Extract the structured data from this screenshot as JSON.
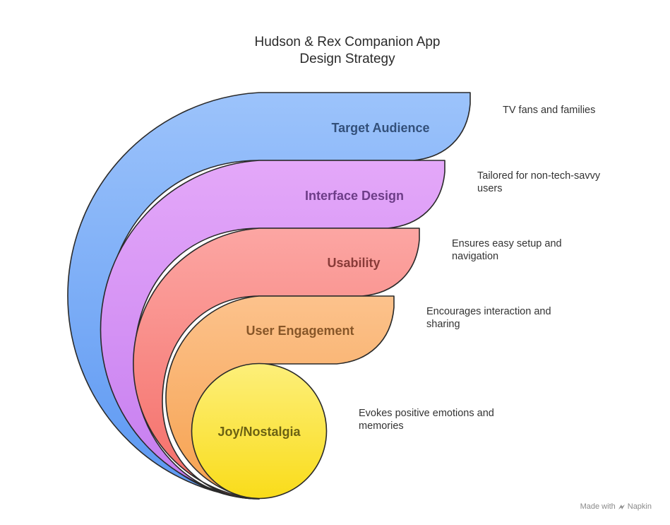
{
  "title": {
    "line1": "Hudson & Rex Companion App",
    "line2": "Design Strategy"
  },
  "layers": [
    {
      "label": "Target Audience",
      "description": "TV fans and families",
      "fill_top": "#9cc3fb",
      "fill_bottom": "#5b97f2",
      "text_color": "#33507a"
    },
    {
      "label": "Interface Design",
      "description": "Tailored for non-tech-savvy users",
      "fill_top": "#e4a8f9",
      "fill_bottom": "#c47bef",
      "text_color": "#6d3d88"
    },
    {
      "label": "Usability",
      "description": "Ensures easy setup and navigation",
      "fill_top": "#fca6a3",
      "fill_bottom": "#f46c66",
      "text_color": "#883b38"
    },
    {
      "label": "User Engagement",
      "description": "Encourages interaction and sharing",
      "fill_top": "#fcc28c",
      "fill_bottom": "#f6a14e",
      "text_color": "#875628"
    },
    {
      "label": "Joy/Nostalgia",
      "description": "Evokes positive emotions and memories",
      "fill_top": "#fdef7a",
      "fill_bottom": "#f9dc1a",
      "text_color": "#6b6113"
    }
  ],
  "watermark": {
    "prefix": "Made with",
    "brand": "Napkin",
    "logo_icon": "napkin-logo-icon"
  }
}
